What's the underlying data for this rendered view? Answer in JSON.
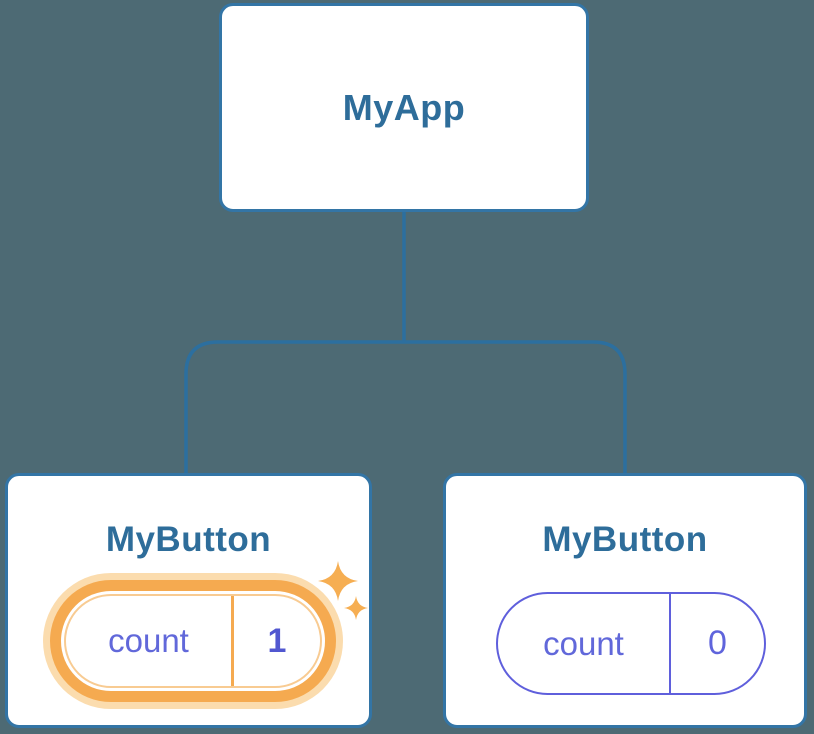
{
  "diagram": {
    "kind": "react-component-tree",
    "colors": {
      "background": "#4d6a74",
      "node_border_blue": "#3375a6",
      "node_title_blue": "#2e6d9a",
      "connector_blue": "#2c6f9f",
      "state_indigo": "#5f5fdc",
      "highlight_orange": "#f5aa50",
      "highlight_orange_light": "#fbdcae"
    },
    "root": {
      "label": "MyApp"
    },
    "children": [
      {
        "label": "MyButton",
        "state": {
          "key": "count",
          "value": "1"
        },
        "highlighted": true,
        "decoration": "sparkles-icon"
      },
      {
        "label": "MyButton",
        "state": {
          "key": "count",
          "value": "0"
        },
        "highlighted": false
      }
    ]
  }
}
